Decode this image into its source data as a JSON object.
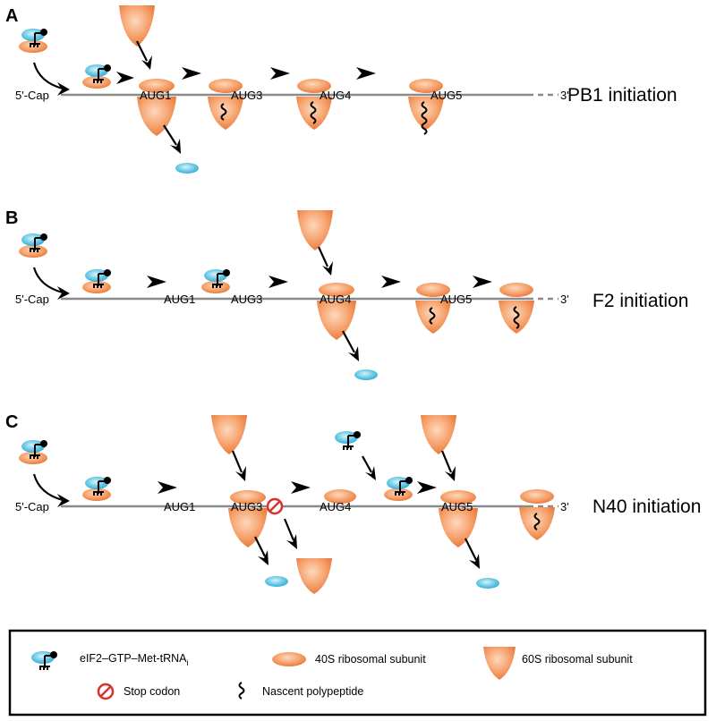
{
  "colors": {
    "ribosome": "#f08a4b",
    "eif2": "#55bfdf",
    "stop": "#d9322b",
    "mrna": "#8a8a8a"
  },
  "panels": [
    {
      "letter": "A",
      "title": "PB1 initiation",
      "cap": "5'-Cap",
      "end": "3'",
      "sites": [
        "AUG1",
        "AUG3",
        "AUG4",
        "AUG5"
      ]
    },
    {
      "letter": "B",
      "title": "F2 initiation",
      "cap": "5'-Cap",
      "end": "3'",
      "sites": [
        "AUG1",
        "AUG3",
        "AUG4",
        "AUG5"
      ]
    },
    {
      "letter": "C",
      "title": "N40 initiation",
      "cap": "5'-Cap",
      "end": "3'",
      "sites": [
        "AUG1",
        "AUG3",
        "AUG4",
        "AUG5"
      ]
    }
  ],
  "legend": {
    "eif2": "eIF2–GTP–Met-tRNA",
    "eif2_sub": "i",
    "small_subunit": "40S ribosomal subunit",
    "large_subunit": "60S ribosomal subunit",
    "stop": "Stop codon",
    "peptide": "Nascent polypeptide"
  }
}
